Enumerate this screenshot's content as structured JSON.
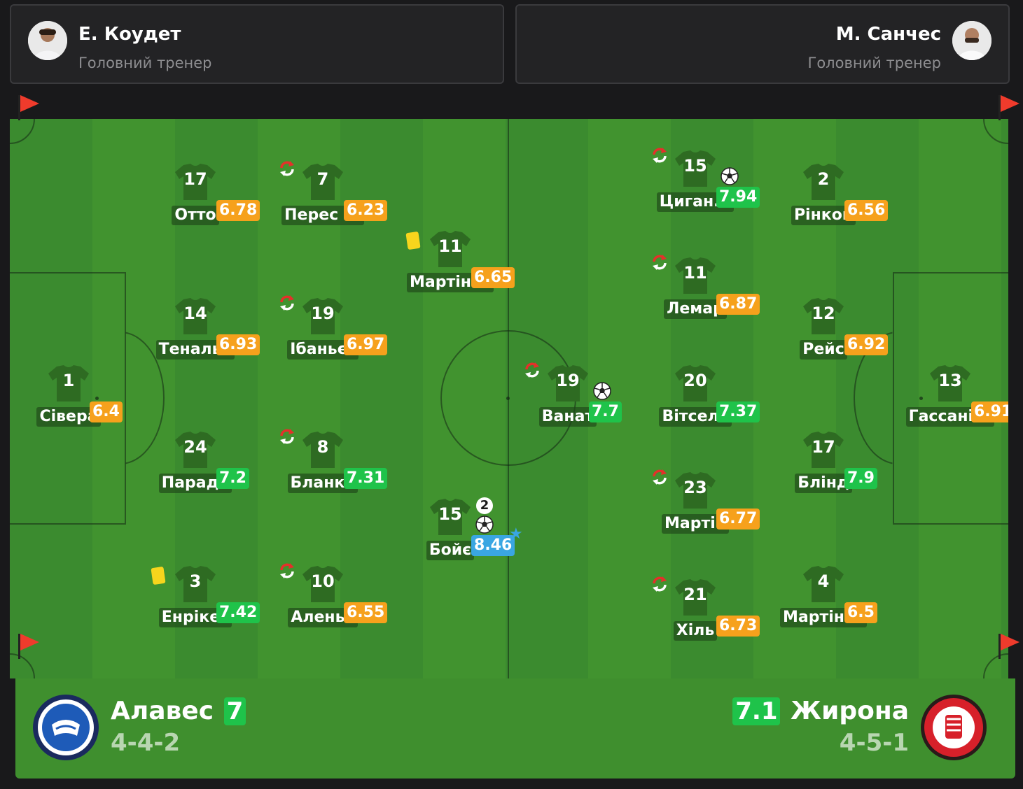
{
  "coaches": {
    "home": {
      "name": "Е. Коудет",
      "role": "Головний тренер"
    },
    "away": {
      "name": "М. Санчес",
      "role": "Головний тренер"
    }
  },
  "teams": {
    "home": {
      "name": "Алавес",
      "rating": "7",
      "formation": "4-4-2",
      "color": "#1e4fa3"
    },
    "away": {
      "name": "Жирона",
      "rating": "7.1",
      "formation": "4-5-1",
      "color": "#d7202a"
    }
  },
  "colors": {
    "rating_orange": "#f6a11c",
    "rating_green": "#1fc34a",
    "rating_blue": "#3aa6e2",
    "pitch": "#3b8b2f"
  },
  "icons": {
    "substitution": "sub-arrows-icon",
    "goal": "soccer-ball-icon",
    "yellow_card": "yellow-card-icon",
    "motm": "star-icon"
  },
  "players": [
    {
      "num": "1",
      "name": "Сівера",
      "rating": "6.4",
      "rating_color": "orange",
      "team": "home"
    },
    {
      "num": "17",
      "name": "Отто",
      "rating": "6.78",
      "rating_color": "orange",
      "team": "home"
    },
    {
      "num": "14",
      "name": "Тенальа",
      "rating": "6.93",
      "rating_color": "orange",
      "team": "home"
    },
    {
      "num": "24",
      "name": "Парада",
      "rating": "7.2",
      "rating_color": "green",
      "team": "home"
    },
    {
      "num": "3",
      "name": "Енрікес",
      "rating": "7.42",
      "rating_color": "green",
      "team": "home",
      "yellow": true
    },
    {
      "num": "7",
      "name": "Перес ...",
      "rating": "6.23",
      "rating_color": "orange",
      "team": "home",
      "sub": true
    },
    {
      "num": "19",
      "name": "Ібаньєс",
      "rating": "6.97",
      "rating_color": "orange",
      "team": "home",
      "sub": true
    },
    {
      "num": "8",
      "name": "Бланко",
      "rating": "7.31",
      "rating_color": "green",
      "team": "home",
      "sub": true
    },
    {
      "num": "10",
      "name": "Аленья",
      "rating": "6.55",
      "rating_color": "orange",
      "team": "home",
      "sub": true
    },
    {
      "num": "11",
      "name": "Мартінес",
      "rating": "6.65",
      "rating_color": "orange",
      "team": "home",
      "yellow": true
    },
    {
      "num": "15",
      "name": "Бойє",
      "rating": "8.46",
      "rating_color": "blue",
      "team": "home",
      "goals": "2",
      "motm": true
    },
    {
      "num": "19",
      "name": "Ванат",
      "rating": "7.7",
      "rating_color": "green",
      "team": "away",
      "sub": true,
      "goal": true
    },
    {
      "num": "15",
      "name": "Циган...",
      "rating": "7.94",
      "rating_color": "green",
      "team": "away",
      "sub": true,
      "goal": true
    },
    {
      "num": "11",
      "name": "Лемар",
      "rating": "6.87",
      "rating_color": "orange",
      "team": "away",
      "sub": true
    },
    {
      "num": "20",
      "name": "Вітсель",
      "rating": "7.37",
      "rating_color": "green",
      "team": "away"
    },
    {
      "num": "23",
      "name": "Мартін",
      "rating": "6.77",
      "rating_color": "orange",
      "team": "away",
      "sub": true
    },
    {
      "num": "21",
      "name": "Хіль",
      "rating": "6.73",
      "rating_color": "orange",
      "team": "away",
      "sub": true
    },
    {
      "num": "2",
      "name": "Рінкон",
      "rating": "6.56",
      "rating_color": "orange",
      "team": "away"
    },
    {
      "num": "12",
      "name": "Рейс",
      "rating": "6.92",
      "rating_color": "orange",
      "team": "away"
    },
    {
      "num": "17",
      "name": "Блінд",
      "rating": "7.9",
      "rating_color": "green",
      "team": "away"
    },
    {
      "num": "4",
      "name": "Мартінес",
      "rating": "6.5",
      "rating_color": "orange",
      "team": "away"
    },
    {
      "num": "13",
      "name": "Гассаніга",
      "rating": "6.91",
      "rating_color": "orange",
      "team": "away"
    }
  ]
}
